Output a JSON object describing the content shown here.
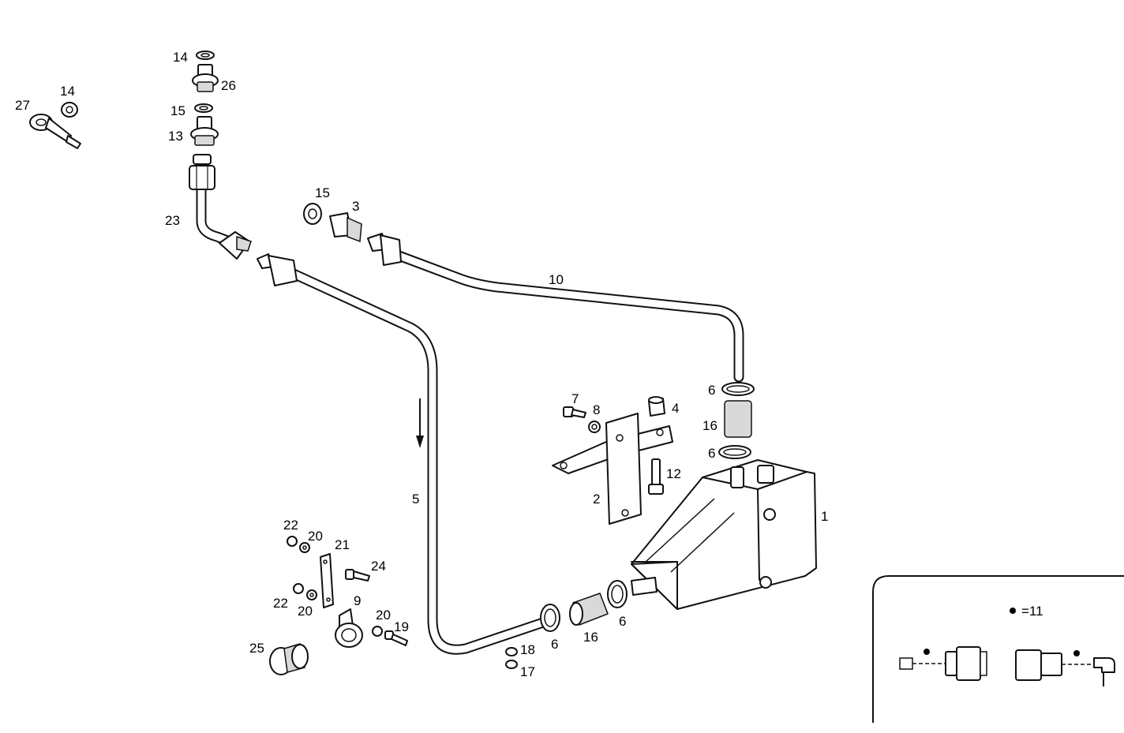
{
  "callouts": [
    {
      "id": "c1",
      "text": "1"
    },
    {
      "id": "c2",
      "text": "2"
    },
    {
      "id": "c3",
      "text": "3"
    },
    {
      "id": "c4",
      "text": "4"
    },
    {
      "id": "c5",
      "text": "5"
    },
    {
      "id": "c6a",
      "text": "6"
    },
    {
      "id": "c6b",
      "text": "6"
    },
    {
      "id": "c6c",
      "text": "6"
    },
    {
      "id": "c6d",
      "text": "6"
    },
    {
      "id": "c7",
      "text": "7"
    },
    {
      "id": "c8",
      "text": "8"
    },
    {
      "id": "c9",
      "text": "9"
    },
    {
      "id": "c10",
      "text": "10"
    },
    {
      "id": "c12",
      "text": "12"
    },
    {
      "id": "c13",
      "text": "13"
    },
    {
      "id": "c14a",
      "text": "14"
    },
    {
      "id": "c14b",
      "text": "14"
    },
    {
      "id": "c15a",
      "text": "15"
    },
    {
      "id": "c15b",
      "text": "15"
    },
    {
      "id": "c16a",
      "text": "16"
    },
    {
      "id": "c16b",
      "text": "16"
    },
    {
      "id": "c17",
      "text": "17"
    },
    {
      "id": "c18",
      "text": "18"
    },
    {
      "id": "c19",
      "text": "19"
    },
    {
      "id": "c20a",
      "text": "20"
    },
    {
      "id": "c20b",
      "text": "20"
    },
    {
      "id": "c20c",
      "text": "20"
    },
    {
      "id": "c21",
      "text": "21"
    },
    {
      "id": "c22a",
      "text": "22"
    },
    {
      "id": "c22b",
      "text": "22"
    },
    {
      "id": "c23",
      "text": "23"
    },
    {
      "id": "c24",
      "text": "24"
    },
    {
      "id": "c25",
      "text": "25"
    },
    {
      "id": "c26",
      "text": "26"
    },
    {
      "id": "c27",
      "text": "27"
    }
  ],
  "legend": {
    "equation": "=11"
  }
}
